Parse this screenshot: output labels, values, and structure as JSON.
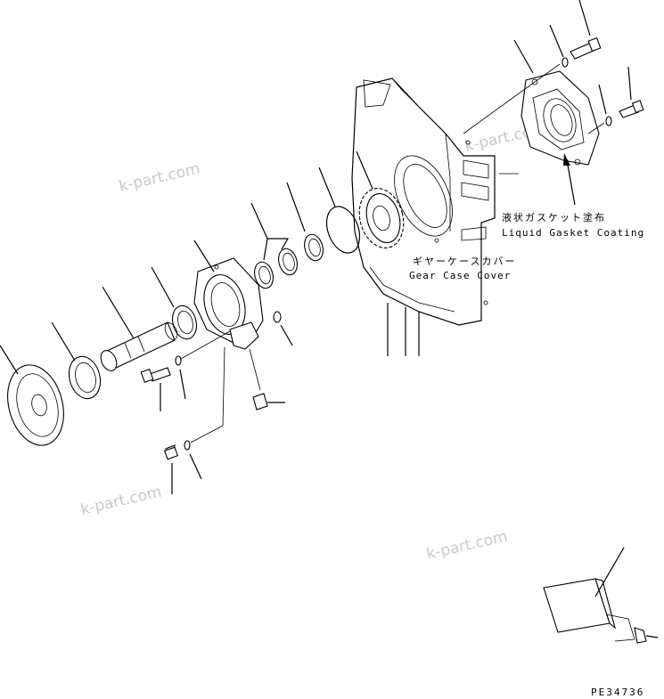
{
  "watermark": "k-part.com",
  "labels": {
    "gasket_jp": "液状ガスケット塗布",
    "gasket_en": "Liquid Gasket Coating",
    "cover_jp": "ギヤーケースカバー",
    "cover_en": "Gear Case Cover"
  },
  "drawing_code": "PE34736"
}
